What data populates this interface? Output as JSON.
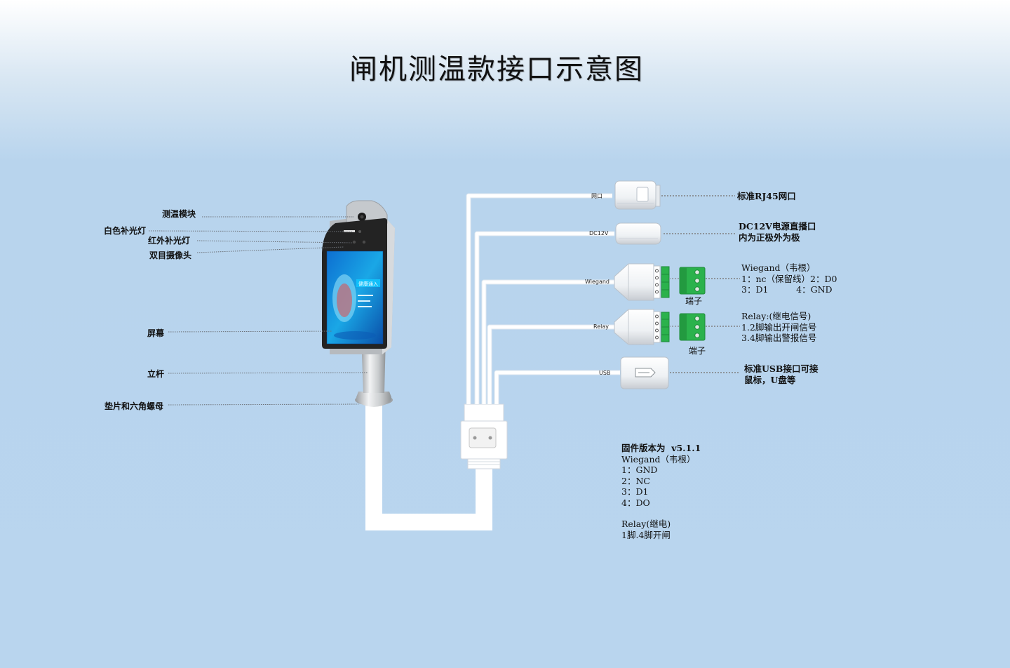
{
  "title": "闸机测温款接口示意图",
  "device_labels": {
    "temp_module": "测温模块",
    "white_light": "白色补光灯",
    "ir_light": "红外补光灯",
    "dual_camera": "双目摄像头",
    "screen": "屏幕",
    "pole": "立杆",
    "washer_nut": "垫片和六角螺母"
  },
  "screen_text": {
    "banner": "健康通入"
  },
  "cables": {
    "net": "网口",
    "dc": "DC12V",
    "wiegand": "Wiegand",
    "relay": "Relay",
    "usb": "USB"
  },
  "terminal_label": "端子",
  "descriptions": {
    "rj45": "标准RJ45网口",
    "dc_line1": "DC12V电源直播口",
    "dc_line2": "内为正极外为极",
    "wiegand_line1": "Wiegand（韦根）",
    "wiegand_line2": "1：nc（保留线）2：D0",
    "wiegand_line3": "3：D1          4：GND",
    "relay_line1": "Relay:(继电信号)",
    "relay_line2": "1.2脚输出开闸信号",
    "relay_line3": "3.4脚输出警报信号",
    "usb_line1": "标准USB接口可接",
    "usb_line2": "鼠标，U盘等"
  },
  "firmware_note": {
    "line1": "固件版本为  v5.1.1",
    "line2": "Wiegand（韦根）",
    "line3": "1：GND",
    "line4": "2：NC",
    "line5": "3：D1",
    "line6": "4：DO",
    "line7": "Relay(继电)",
    "line8": "1脚.4脚开闸"
  },
  "colors": {
    "background": "#b9d5ee",
    "cable": "#ffffff",
    "terminal_green": "#2bb24c",
    "device_dark": "#2a2a2a",
    "screen_blue": "#1aa7e6"
  }
}
